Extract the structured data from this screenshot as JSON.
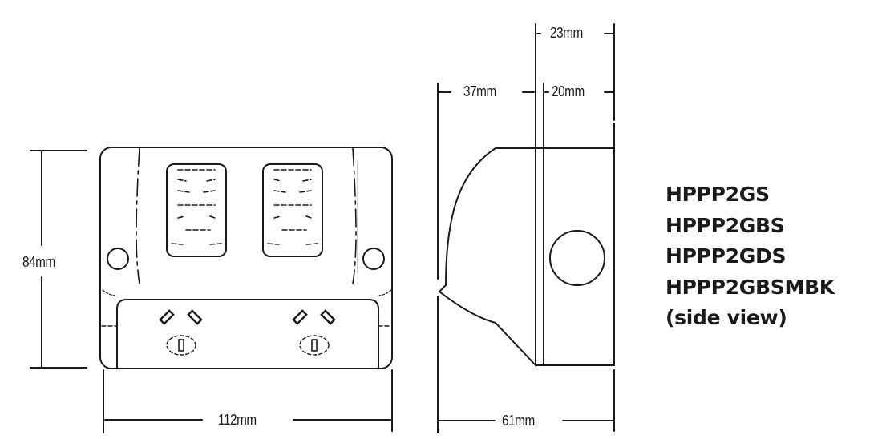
{
  "diagram": {
    "type": "technical-dimension-drawing",
    "front_view": {
      "width_label": "112mm",
      "height_label": "84mm",
      "switch_count": 2,
      "outlet_count": 2
    },
    "side_view": {
      "total_depth_label": "61mm",
      "front_section_label": "37mm",
      "rear_section_label": "20mm",
      "rear_total_label": "23mm"
    },
    "models": [
      "HPPP2GS",
      "HPPP2GBS",
      "HPPP2GDS",
      "HPPP2GBSMBK"
    ],
    "view_note": "(side view)",
    "colors": {
      "line": "#1a1a1a",
      "background": "#ffffff"
    }
  }
}
